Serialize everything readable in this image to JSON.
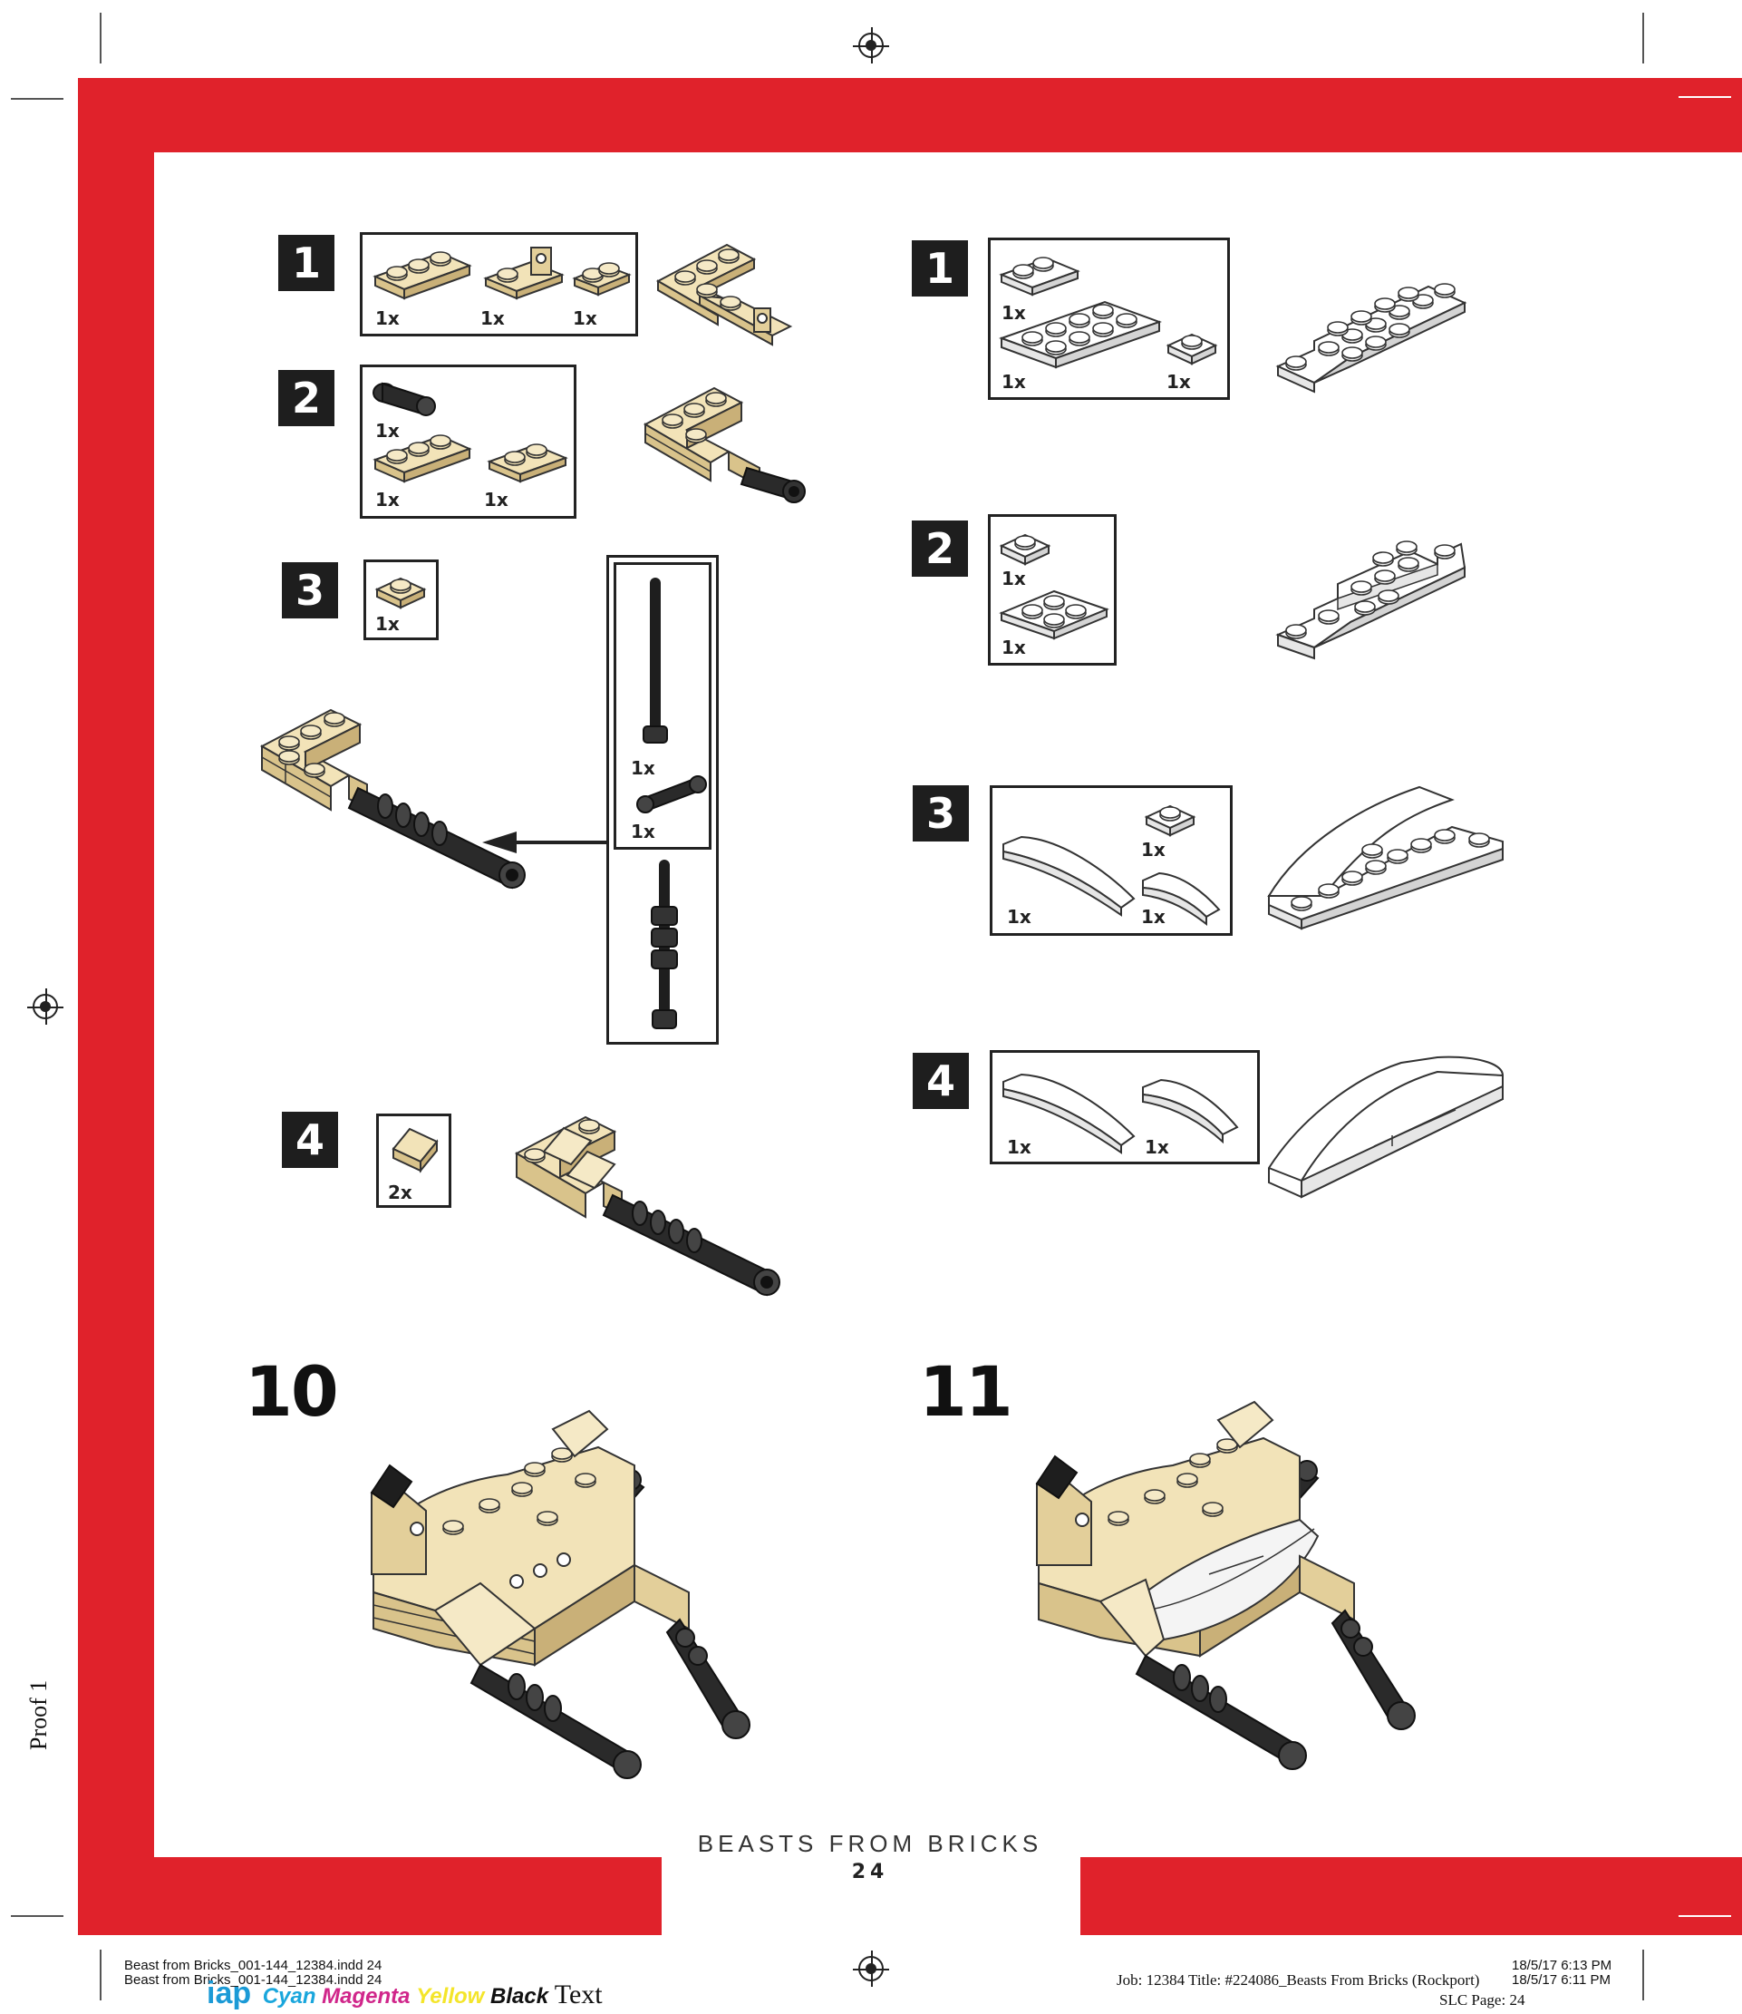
{
  "left_steps": {
    "s1": {
      "num": "1",
      "q1": "1x",
      "q2": "1x",
      "q3": "1x"
    },
    "s2": {
      "num": "2",
      "q1": "1x",
      "q2": "1x",
      "q3": "1x"
    },
    "s3": {
      "num": "3",
      "q1": "1x",
      "sub_q1": "1x",
      "sub_q2": "1x"
    },
    "s4": {
      "num": "4",
      "q1": "2x"
    }
  },
  "right_steps": {
    "s1": {
      "num": "1",
      "q1": "1x",
      "q2": "1x",
      "q3": "1x"
    },
    "s2": {
      "num": "2",
      "q1": "1x",
      "q2": "1x"
    },
    "s3": {
      "num": "3",
      "q1": "1x",
      "q2": "1x",
      "q3": "1x"
    },
    "s4": {
      "num": "4",
      "q1": "1x",
      "q2": "1x"
    }
  },
  "big_steps": {
    "left": "10",
    "right": "11"
  },
  "footer": {
    "book_title": "BEASTS FROM BRICKS",
    "page_number": "24"
  },
  "slug": {
    "file_line1": "Beast from Bricks_001-144_12384.indd   24",
    "file_line2": "Beast from Bricks_001-144_12384.indd   24",
    "date_line1": "18/5/17    6:13 PM",
    "date_line2": "18/5/17    6:11 PM",
    "job": "Job: 12384  Title: #224086_Beasts From Bricks (Rockport)",
    "slc": "SLC Page: 24",
    "logo": "iap",
    "cyan": "Cyan",
    "magenta": "Magenta",
    "yellow": "Yellow",
    "black": "Black",
    "text": "Text",
    "proof": "Proof  1"
  },
  "colors": {
    "red": "#e0222b",
    "tan": "#e3cf9a",
    "white_brick": "#f2f2f2",
    "dark": "#1e1e1e"
  }
}
